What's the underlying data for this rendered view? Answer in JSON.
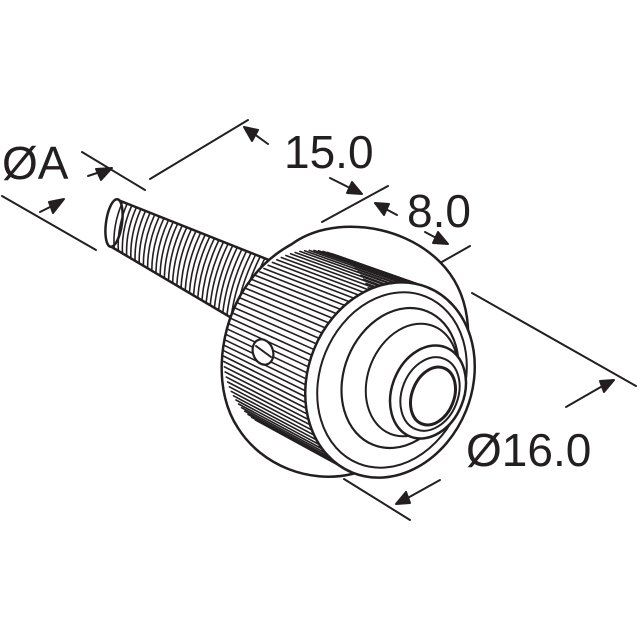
{
  "dimensions": {
    "diameter_a": "ØA",
    "length_total": "15.0",
    "length_knob": "8.0",
    "diameter_knob": "Ø16.0"
  },
  "colors": {
    "line": "#231f20",
    "fill": "#ffffff"
  }
}
